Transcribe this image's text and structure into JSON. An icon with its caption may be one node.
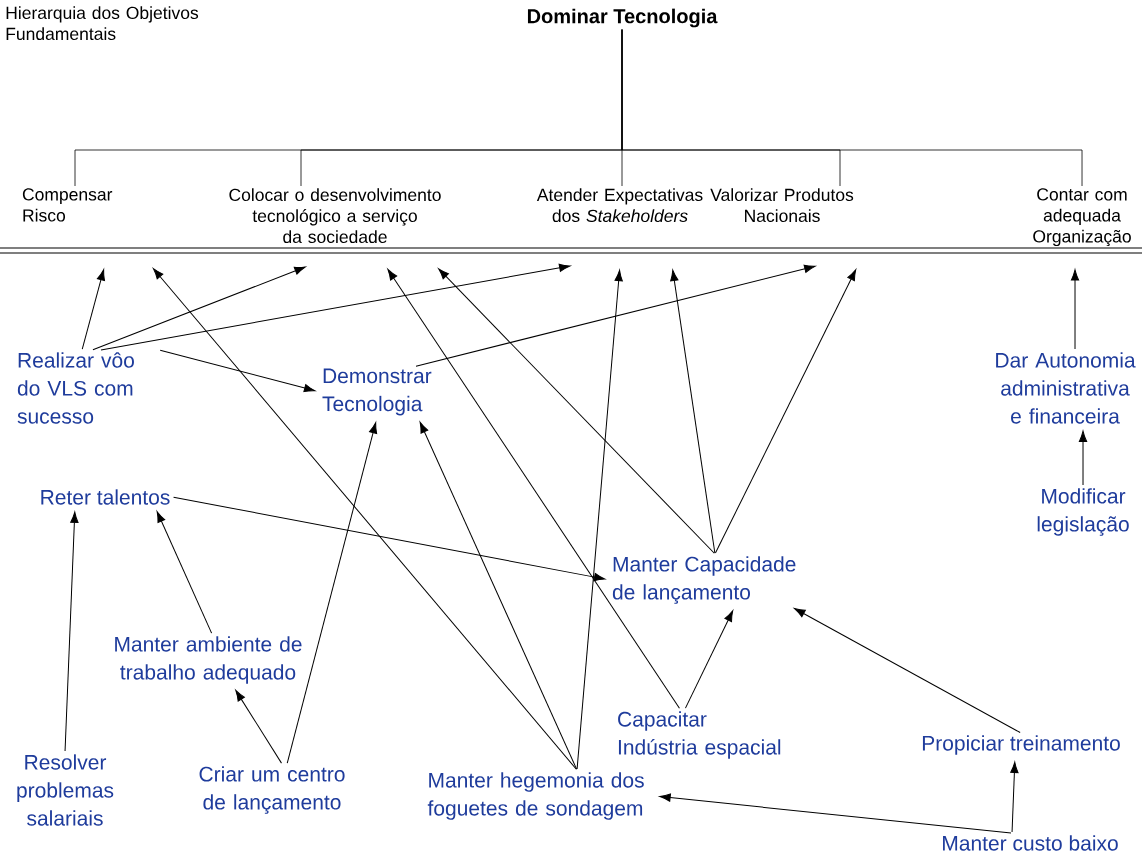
{
  "diagram": {
    "title": "Hierarquia dos Objetivos Fundamentais",
    "nodes": [
      {
        "text": [
          "Dominar Tecnologia"
        ]
      },
      {
        "text": [
          "Compensar Risco"
        ]
      },
      {
        "text": [
          "Colocar o desenvolvimento tecnológico a serviço da sociedade"
        ]
      },
      {
        "text": [
          "Atender Expectativas dos *Stakeholders*"
        ]
      },
      {
        "text": [
          "Valorizar Produtos Nacionais"
        ]
      },
      {
        "text": [
          "Contar com adequada Organização"
        ]
      },
      {
        "text": [
          "Realizar vôo do VLS com sucesso"
        ]
      },
      {
        "text": [
          "Demonstrar Tecnologia"
        ]
      },
      {
        "text": [
          "Dar Autonomia administrativa e financeira"
        ]
      },
      {
        "text": [
          "Reter talentos"
        ]
      },
      {
        "text": [
          "Modificar legislação"
        ]
      },
      {
        "text": [
          "Manter Capacidade de lançamento"
        ]
      },
      {
        "text": [
          "Manter ambiente de trabalho adequado"
        ]
      },
      {
        "text": [
          "Capacitar Indústria espacial"
        ]
      },
      {
        "text": [
          "Propiciar treinamento"
        ]
      },
      {
        "text": [
          "Resolver problemas salariais"
        ]
      },
      {
        "text": [
          "Criar um centro de lançamento"
        ]
      },
      {
        "text": [
          "Manter hegemonia dos foguetes de sondagem"
        ]
      },
      {
        "text": [
          "Manter custo baixo"
        ]
      }
    ],
    "edges": [
      {
        "from": 0,
        "to": 1,
        "arrow": "none"
      },
      {
        "from": 0,
        "to": 2,
        "arrow": "none"
      },
      {
        "from": 0,
        "to": 3,
        "arrow": "none"
      },
      {
        "from": 0,
        "to": 4,
        "arrow": "none"
      },
      {
        "from": 0,
        "to": 5,
        "arrow": "none"
      },
      {
        "from": 6,
        "to": 1,
        "arrow": "to"
      },
      {
        "from": 6,
        "to": 2,
        "arrow": "to"
      },
      {
        "from": 6,
        "to": 3,
        "arrow": "to"
      },
      {
        "from": 6,
        "to": 7,
        "arrow": "to"
      },
      {
        "from": 7,
        "to": 4,
        "arrow": "to"
      },
      {
        "from": 9,
        "to": 11,
        "arrow": "to"
      },
      {
        "from": 15,
        "to": 9,
        "arrow": "to"
      },
      {
        "from": 12,
        "to": 9,
        "arrow": "to"
      },
      {
        "from": 16,
        "to": 12,
        "arrow": "to"
      },
      {
        "from": 16,
        "to": 7,
        "arrow": "to"
      },
      {
        "from": 17,
        "to": 1,
        "arrow": "to"
      },
      {
        "from": 17,
        "to": 7,
        "arrow": "to"
      },
      {
        "from": 17,
        "to": 3,
        "arrow": "to"
      },
      {
        "from": 13,
        "to": 2,
        "arrow": "to"
      },
      {
        "from": 13,
        "to": 11,
        "arrow": "to"
      },
      {
        "from": 11,
        "to": 2,
        "arrow": "to"
      },
      {
        "from": 11,
        "to": 3,
        "arrow": "to"
      },
      {
        "from": 11,
        "to": 4,
        "arrow": "to"
      },
      {
        "from": 14,
        "to": 11,
        "arrow": "to"
      },
      {
        "from": 18,
        "to": 14,
        "arrow": "to"
      },
      {
        "from": 18,
        "to": 17,
        "arrow": "to"
      },
      {
        "from": 8,
        "to": 5,
        "arrow": "to"
      },
      {
        "from": 10,
        "to": 8,
        "arrow": "to"
      }
    ]
  }
}
